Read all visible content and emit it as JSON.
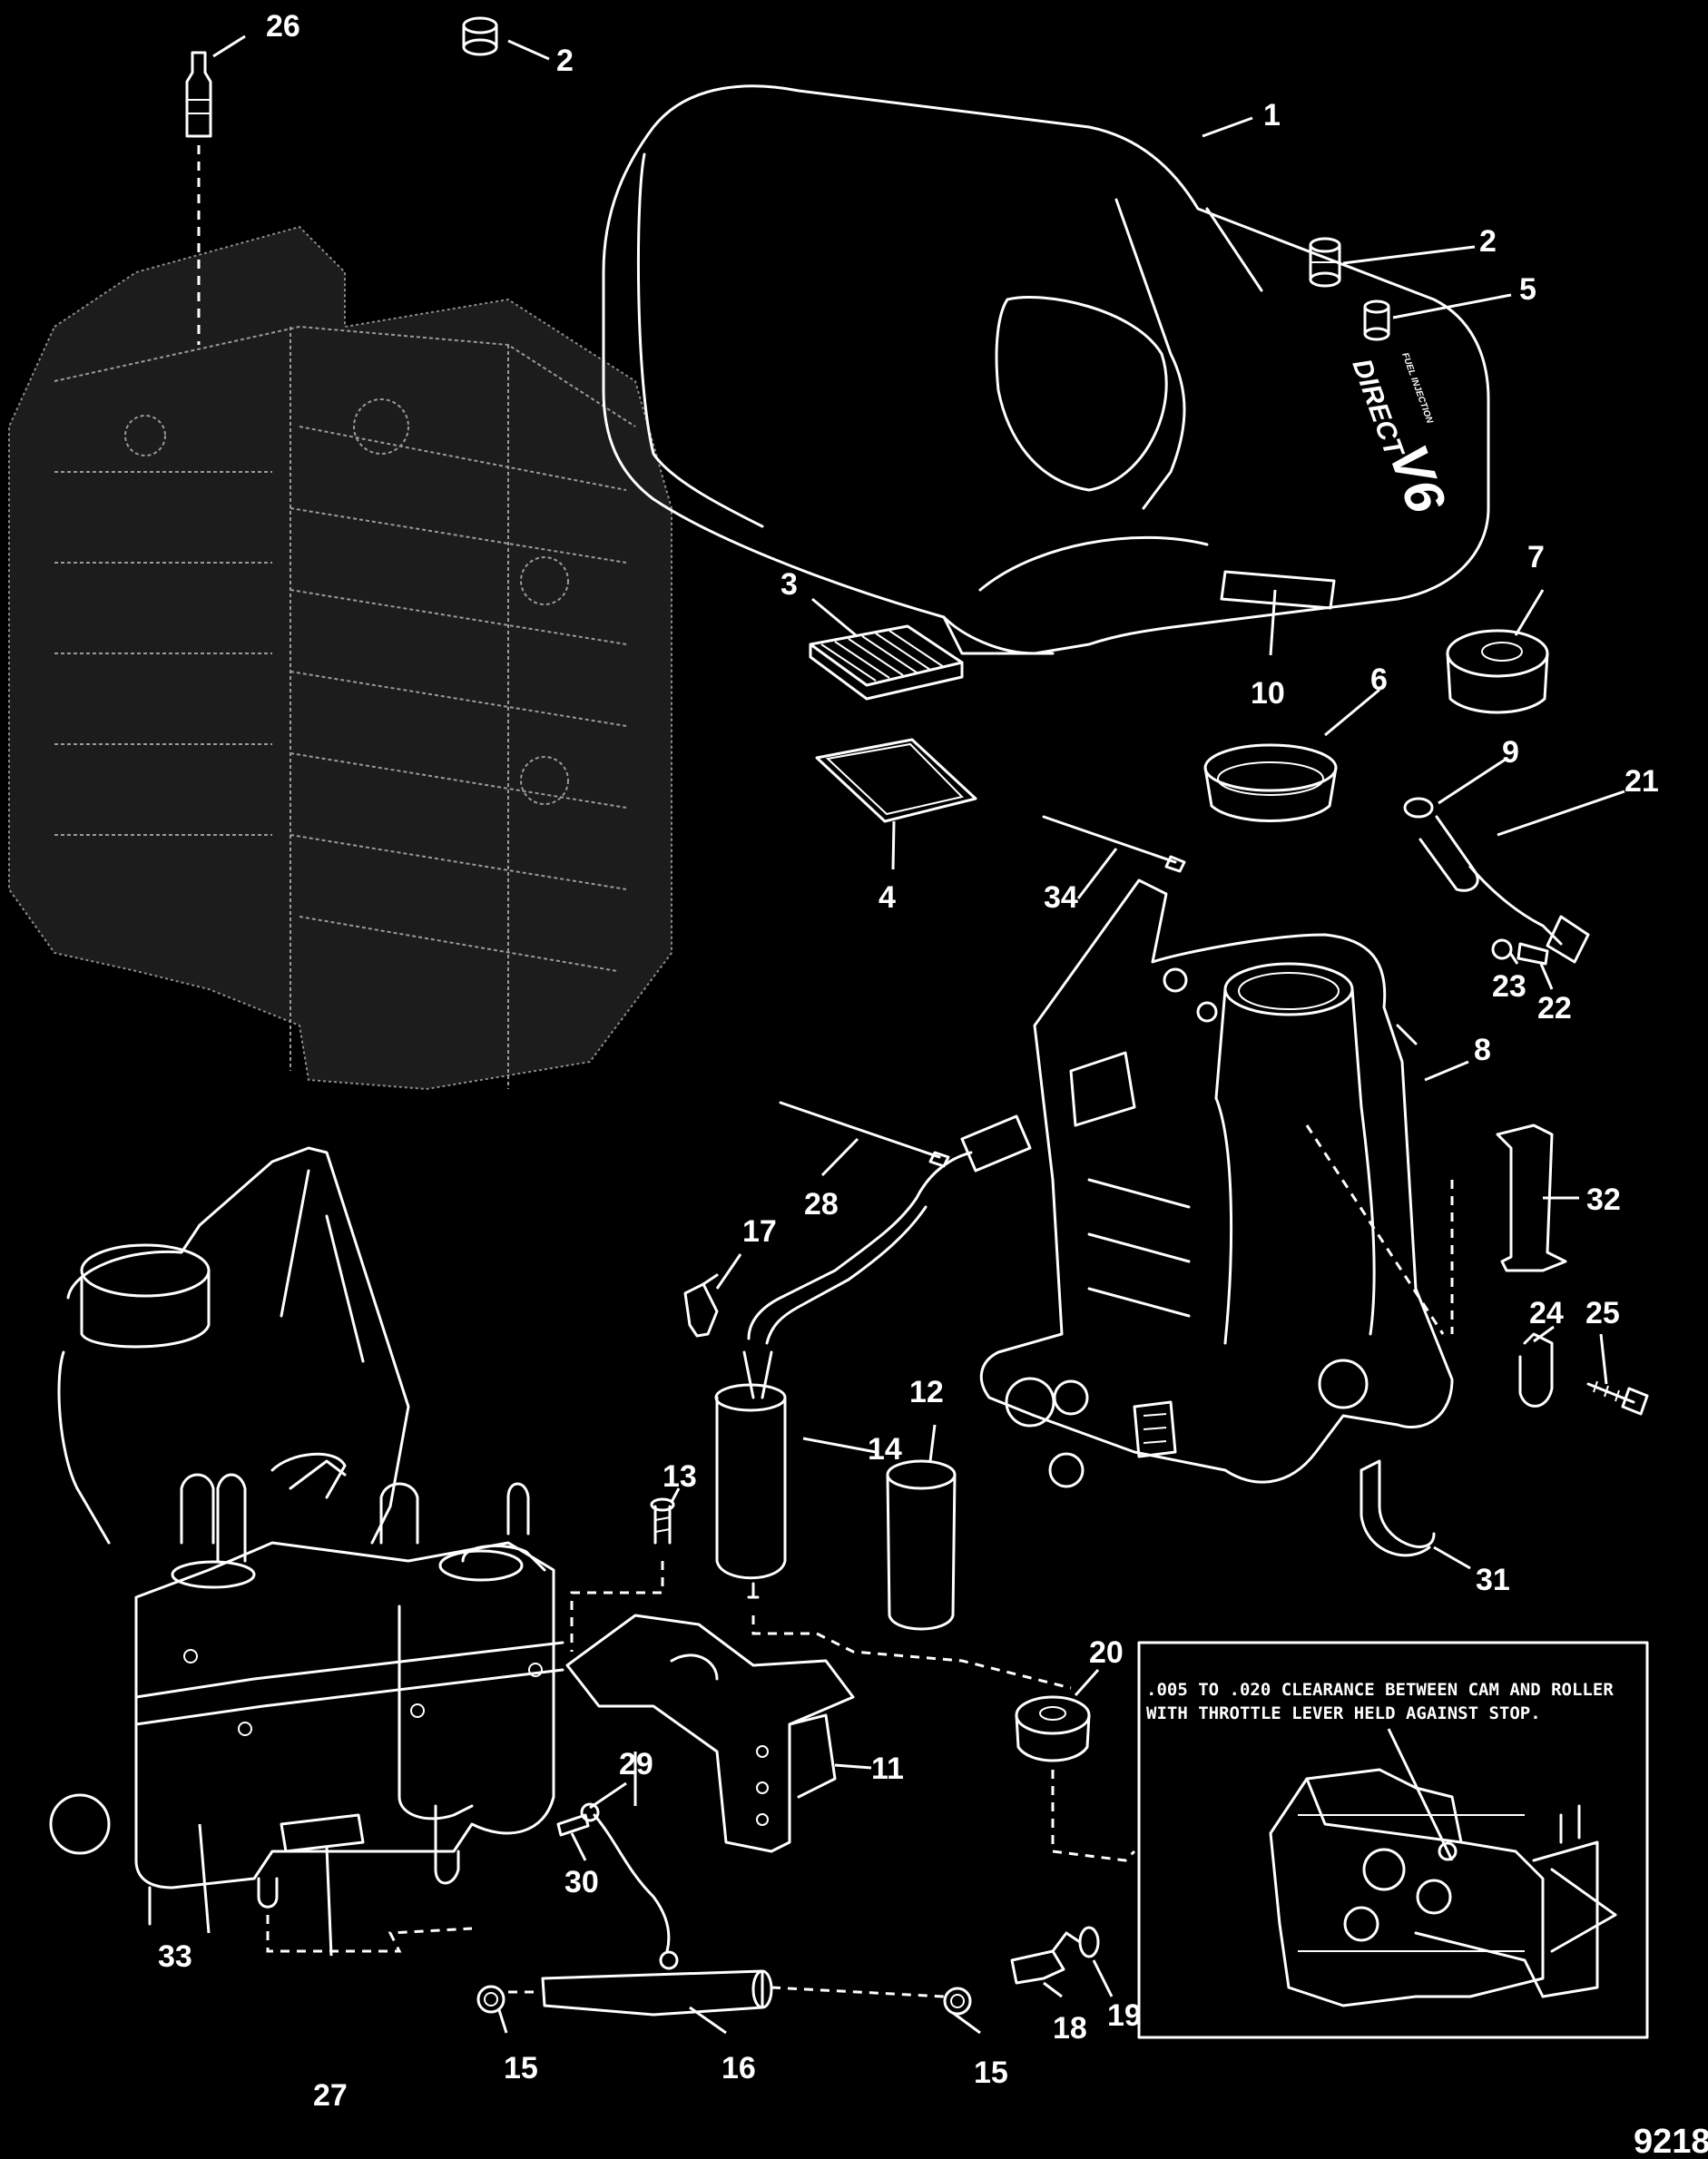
{
  "callouts": [
    {
      "id": "c1",
      "text": "1"
    },
    {
      "id": "c2a",
      "text": "2"
    },
    {
      "id": "c2b",
      "text": "2"
    },
    {
      "id": "c3",
      "text": "3"
    },
    {
      "id": "c4",
      "text": "4"
    },
    {
      "id": "c5",
      "text": "5"
    },
    {
      "id": "c6",
      "text": "6"
    },
    {
      "id": "c7",
      "text": "7"
    },
    {
      "id": "c8",
      "text": "8"
    },
    {
      "id": "c9",
      "text": "9"
    },
    {
      "id": "c10",
      "text": "10"
    },
    {
      "id": "c11",
      "text": "11"
    },
    {
      "id": "c12",
      "text": "12"
    },
    {
      "id": "c13",
      "text": "13"
    },
    {
      "id": "c14",
      "text": "14"
    },
    {
      "id": "c15a",
      "text": "15"
    },
    {
      "id": "c15b",
      "text": "15"
    },
    {
      "id": "c16",
      "text": "16"
    },
    {
      "id": "c17",
      "text": "17"
    },
    {
      "id": "c18",
      "text": "18"
    },
    {
      "id": "c19",
      "text": "19"
    },
    {
      "id": "c20",
      "text": "20"
    },
    {
      "id": "c21",
      "text": "21"
    },
    {
      "id": "c22",
      "text": "22"
    },
    {
      "id": "c23",
      "text": "23"
    },
    {
      "id": "c24",
      "text": "24"
    },
    {
      "id": "c25",
      "text": "25"
    },
    {
      "id": "c26",
      "text": "26"
    },
    {
      "id": "c27",
      "text": "27"
    },
    {
      "id": "c28",
      "text": "28"
    },
    {
      "id": "c29",
      "text": "29"
    },
    {
      "id": "c30",
      "text": "30"
    },
    {
      "id": "c31",
      "text": "31"
    },
    {
      "id": "c32",
      "text": "32"
    },
    {
      "id": "c33",
      "text": "33"
    },
    {
      "id": "c34",
      "text": "34"
    }
  ],
  "cover_logo": {
    "line1": "DIRECT",
    "line2": "FUEL INJECTION",
    "line3": "V6"
  },
  "inset_note": {
    "line1": ".005 TO .020 CLEARANCE BETWEEN CAM AND ROLLER",
    "line2": "WITH THROTTLE LEVER HELD AGAINST STOP."
  },
  "figure_number": "9218"
}
